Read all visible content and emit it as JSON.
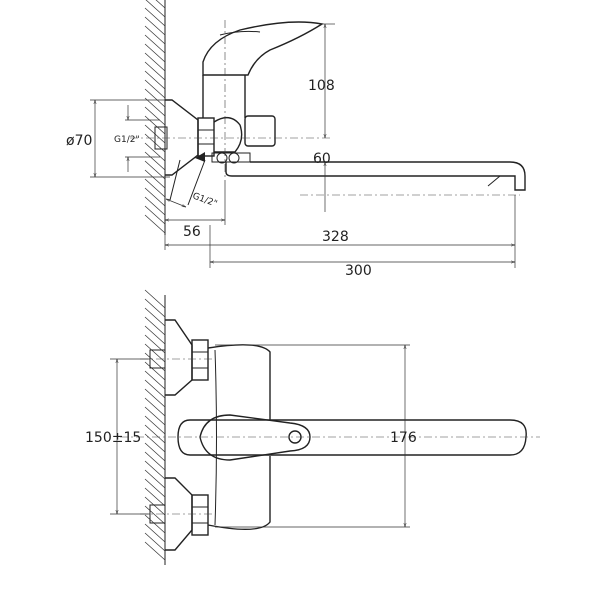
{
  "side_view": {
    "dim_handle_height": "108",
    "dim_flange_diameter": "ø70",
    "dim_thread_inlet": "G1/2\"",
    "dim_spout_height": "60",
    "dim_thread_angled": "G1/2\"",
    "dim_wall_offset": "56",
    "dim_total_length": "328",
    "dim_spout_length": "300"
  },
  "top_view": {
    "dim_center_distance": "150±15",
    "dim_body_length": "176"
  }
}
